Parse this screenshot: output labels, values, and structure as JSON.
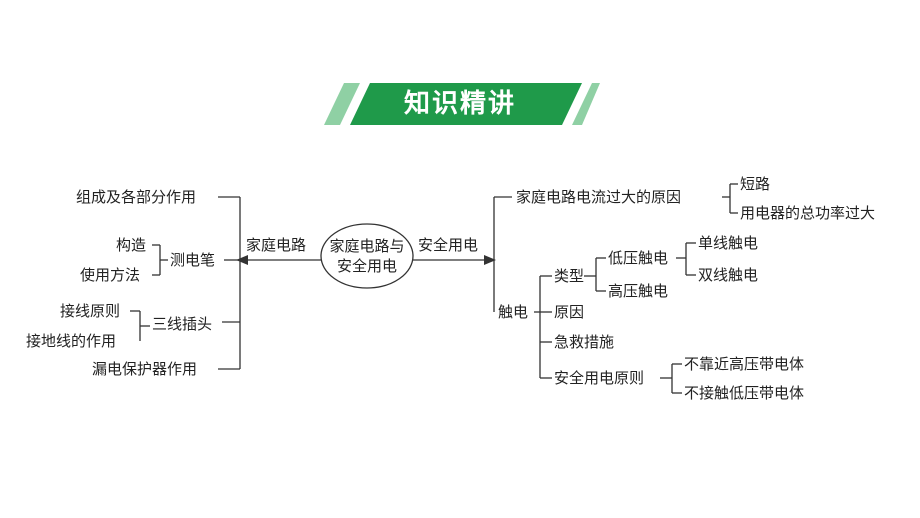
{
  "header": {
    "title": "知识精讲"
  },
  "center": {
    "line1": "家庭电路与",
    "line2": "安全用电"
  },
  "left": {
    "branch_label": "家庭电路",
    "items": {
      "components": "组成及各部分作用",
      "tester": "测电笔",
      "tester_structure": "构造",
      "tester_usage": "使用方法",
      "plug": "三线插头",
      "plug_wiring": "接线原则",
      "plug_ground": "接地线的作用",
      "leakage": "漏电保护器作用"
    }
  },
  "right": {
    "branch_label": "安全用电",
    "overcurrent": "家庭电路电流过大的原因",
    "short_circuit": "短路",
    "overload": "用电器的总功率过大",
    "shock": "触电",
    "types": "类型",
    "low_voltage": "低压触电",
    "single_wire": "单线触电",
    "double_wire": "双线触电",
    "high_voltage": "高压触电",
    "causes": "原因",
    "first_aid": "急救措施",
    "principles": "安全用电原则",
    "principle_1": "不靠近高压带电体",
    "principle_2": "不接触低压带电体"
  },
  "colors": {
    "banner_green": "#1f9a4a",
    "banner_light": "#8fd0a4",
    "line": "#333333"
  }
}
